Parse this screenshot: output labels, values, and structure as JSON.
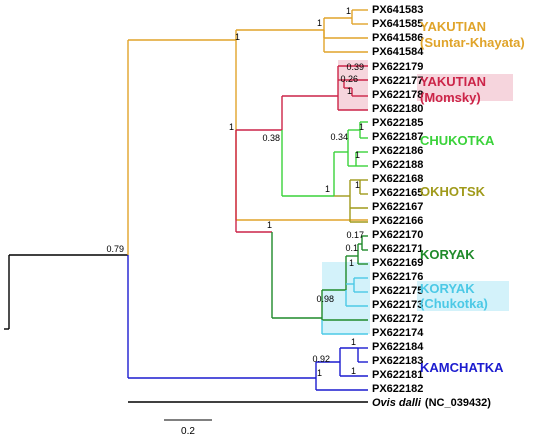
{
  "tips": [
    "PX641583",
    "PX641585",
    "PX641586",
    "PX641584",
    "PX622179",
    "PX622177",
    "PX622178",
    "PX622180",
    "PX622185",
    "PX622187",
    "PX622186",
    "PX622188",
    "PX622168",
    "PX622165",
    "PX622167",
    "PX622166",
    "PX622170",
    "PX622171",
    "PX622169",
    "PX622176",
    "PX622175",
    "PX622173",
    "PX622172",
    "PX622174",
    "PX622184",
    "PX622183",
    "PX622181",
    "PX622182"
  ],
  "outgroup": {
    "species": "Ovis dalli",
    "accession": "(NC_039432)"
  },
  "clades": [
    {
      "line1": "YAKUTIAN",
      "line2": "(Suntar-Khayata)",
      "color": "#e0a42a",
      "highlight": ""
    },
    {
      "line1": "YAKUTIAN",
      "line2": "(Momsky)",
      "color": "#cc2448",
      "highlight": "#f6d5dd"
    },
    {
      "line1": "CHUKOTKA",
      "line2": "",
      "color": "#3ad23a",
      "highlight": ""
    },
    {
      "line1": "OKHOTSK",
      "line2": "",
      "color": "#a09a1a",
      "highlight": ""
    },
    {
      "line1": "KORYAK",
      "line2": "",
      "color": "#1f8a2a",
      "highlight": ""
    },
    {
      "line1": "KORYAK",
      "line2": "(Chukotka)",
      "color": "#4cc9e6",
      "highlight": "#d3f2fa"
    },
    {
      "line1": "KAMCHATKA",
      "line2": "",
      "color": "#1c1ccf",
      "highlight": ""
    }
  ],
  "support_values": [
    "1",
    "1",
    "1",
    "0.39",
    "0.26",
    "1",
    "1",
    "0.38",
    "0.34",
    "1",
    "1",
    "1",
    "1",
    "0.79",
    "0.17",
    "0.1",
    "1",
    "1",
    "0.98",
    "1",
    "0.92",
    "1",
    "1"
  ],
  "scale_bar": {
    "label": "0.2"
  },
  "branch_colors": {
    "black": "#000000",
    "yellow": "#e0a42a",
    "red": "#cc2448",
    "green": "#3ad23a",
    "olive": "#a09a1a",
    "darkgreen": "#1f8a2a",
    "cyan": "#4cc9e6",
    "blue": "#1c1ccf"
  }
}
